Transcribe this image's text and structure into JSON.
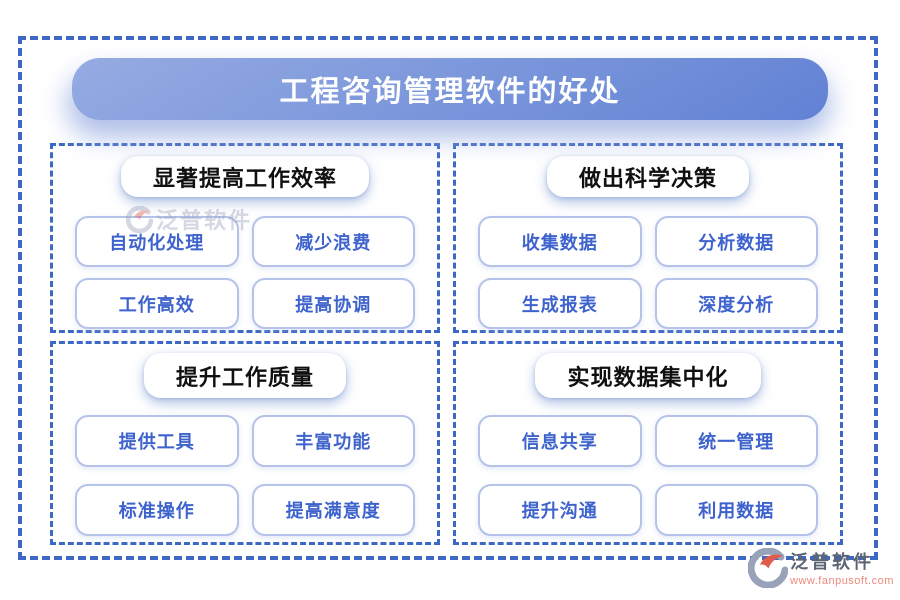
{
  "banner": {
    "title": "工程咨询管理软件的好处"
  },
  "quadrants": [
    {
      "title": "显著提高工作效率",
      "items": [
        "自动化处理",
        "减少浪费",
        "工作高效",
        "提高协调"
      ]
    },
    {
      "title": "做出科学决策",
      "items": [
        "收集数据",
        "分析数据",
        "生成报表",
        "深度分析"
      ]
    },
    {
      "title": "提升工作质量",
      "items": [
        "提供工具",
        "丰富功能",
        "标准操作",
        "提高满意度"
      ]
    },
    {
      "title": "实现数据集中化",
      "items": [
        "信息共享",
        "统一管理",
        "提升沟通",
        "利用数据"
      ]
    }
  ],
  "watermark": {
    "brand": "泛普软件",
    "url": "www.fanpusoft.com"
  },
  "colors": {
    "dashed_border": "#3d68c5",
    "banner_gradient_start": "#96abe2",
    "banner_gradient_end": "#6181d4",
    "item_text": "#3e63cd",
    "item_border": "#b5c2e9",
    "logo_red": "#e05a4b",
    "logo_gray": "#98a2b8",
    "url_text": "#ec8a7c"
  }
}
